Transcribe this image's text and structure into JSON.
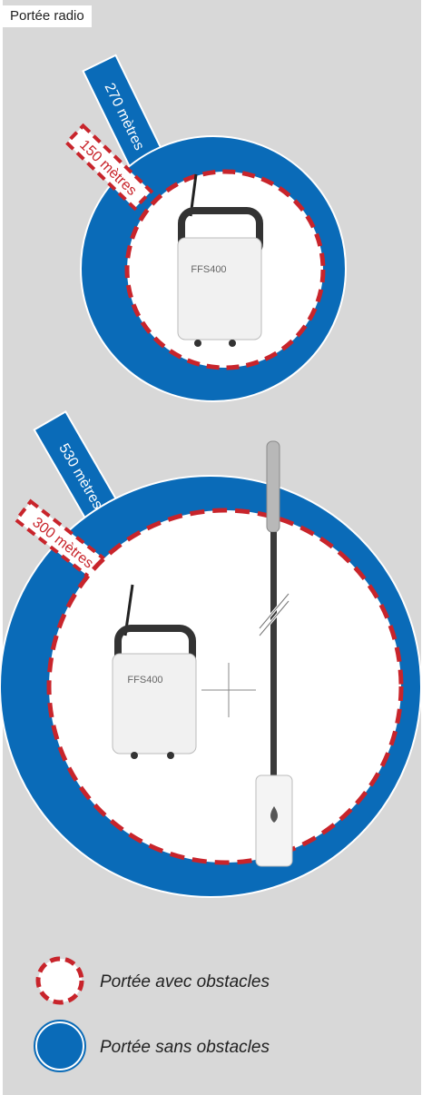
{
  "title": "Portée radio",
  "diagrams": [
    {
      "device": "FFS400",
      "range_without_obstacles": "270 mètres",
      "range_with_obstacles": "150 mètres"
    },
    {
      "device": "FFS400",
      "range_without_obstacles": "530 mètres",
      "range_with_obstacles": "300 mètres"
    }
  ],
  "legend": {
    "with_obstacles": "Portée avec obstacles",
    "without_obstacles": "Portée sans obstacles"
  },
  "colors": {
    "blue": "#0a6bb8",
    "red": "#c8242b",
    "background": "#d8d8d8"
  }
}
